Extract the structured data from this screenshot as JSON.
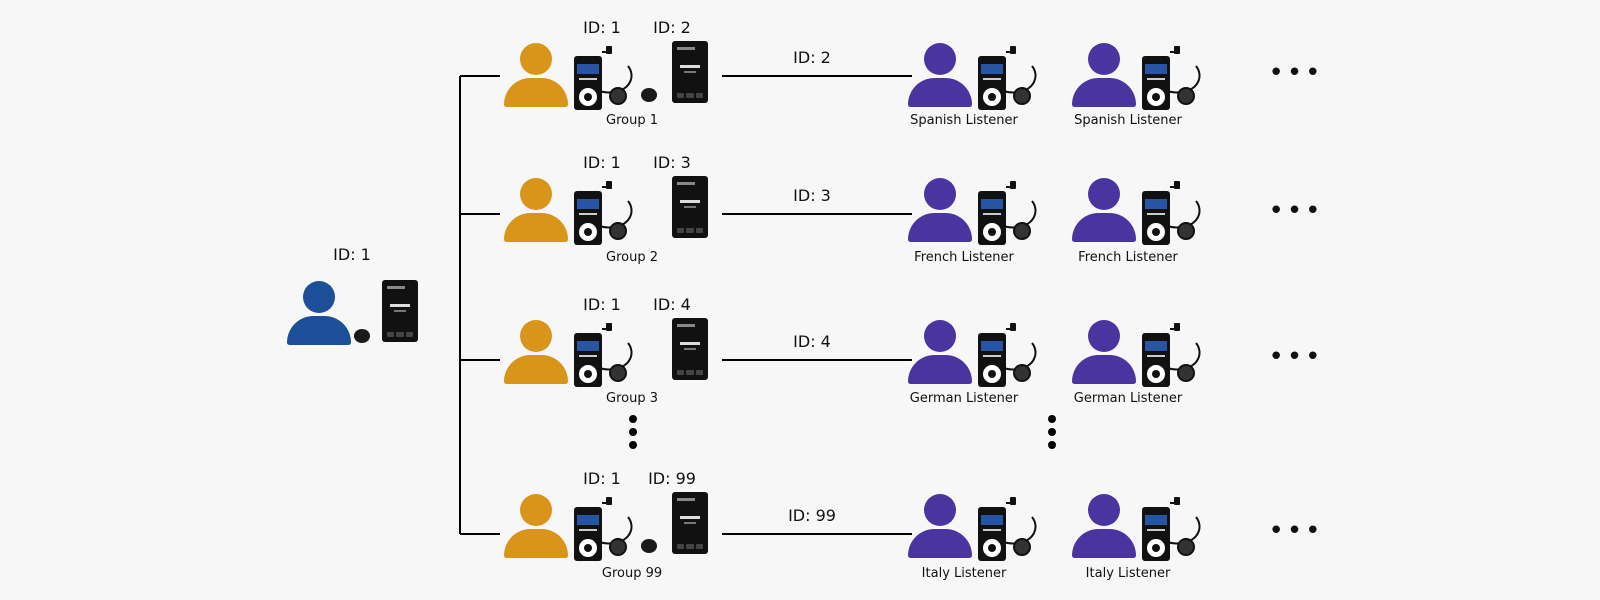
{
  "colors": {
    "speaker": "#1c4f97",
    "group_leader": "#d9941a",
    "listener": "#4a35a0",
    "device": "#111111",
    "device_screen": "#2a66c9",
    "line": "#000000"
  },
  "icons": {
    "person": "person-icon",
    "transmitter": "transmitter-device-icon",
    "receiver": "receiver-device-icon",
    "microphone": "microphone-icon",
    "earphone": "earphone-icon"
  },
  "speaker": {
    "id_label": "ID: 1"
  },
  "groups": [
    {
      "receiver_id": "ID: 1",
      "transmitter_id": "ID: 2",
      "link_id": "ID: 2",
      "name": "Group 1",
      "listeners": [
        "Spanish Listener",
        "Spanish Listener"
      ]
    },
    {
      "receiver_id": "ID: 1",
      "transmitter_id": "ID: 3",
      "link_id": "ID: 3",
      "name": "Group 2",
      "listeners": [
        "French Listener",
        "French Listener"
      ]
    },
    {
      "receiver_id": "ID: 1",
      "transmitter_id": "ID: 4",
      "link_id": "ID: 4",
      "name": "Group 3",
      "listeners": [
        "German Listener",
        "German Listener"
      ]
    },
    {
      "receiver_id": "ID: 1",
      "transmitter_id": "ID: 99",
      "link_id": "ID: 99",
      "name": "Group 99",
      "listeners": [
        "Italy Listener",
        "Italy Listener"
      ]
    }
  ],
  "ellipsis": "•••"
}
